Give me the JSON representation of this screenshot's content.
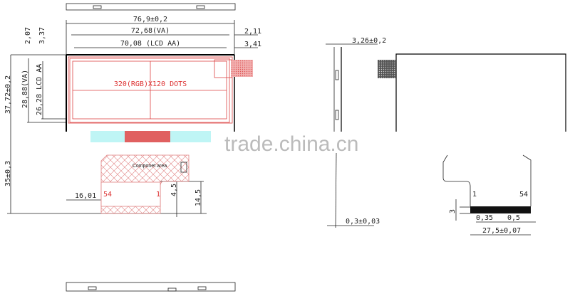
{
  "front_view": {
    "width_total": "76,9±0,2",
    "width_va": "72,68(VA)",
    "width_aa": "70,08 (LCD AA)",
    "offset_right_va": "2,11",
    "offset_right_aa": "3,41",
    "offset_top_va": "2,07",
    "offset_top_aa": "3,37",
    "height_total": "37,72±0,2",
    "height_va": "28,88(VA)",
    "height_aa": "26,28 LCD AA",
    "resolution": "320(RGB)X120 DOTS",
    "fpc_length": "35±0,3",
    "fpc_offset": "16,01",
    "fpc_pad": "4,5",
    "fpc_tail": "14,5",
    "component_area": "Componet area",
    "pin_first": "54",
    "pin_last": "1"
  },
  "side_view": {
    "thickness": "3,26±0,2",
    "fpc_thickness": "0,3±0,03"
  },
  "back_view": {
    "pin_first": "1",
    "pin_last": "54",
    "contact_length": "3",
    "contact_width": "0,35",
    "pitch": "0,5",
    "fpc_width": "27,5±0,07"
  },
  "watermark": "trade.china.cn",
  "colors": {
    "active_area": "#dd3333",
    "ic_strip": "#bff5f5",
    "ic_chip": "#e06060"
  }
}
